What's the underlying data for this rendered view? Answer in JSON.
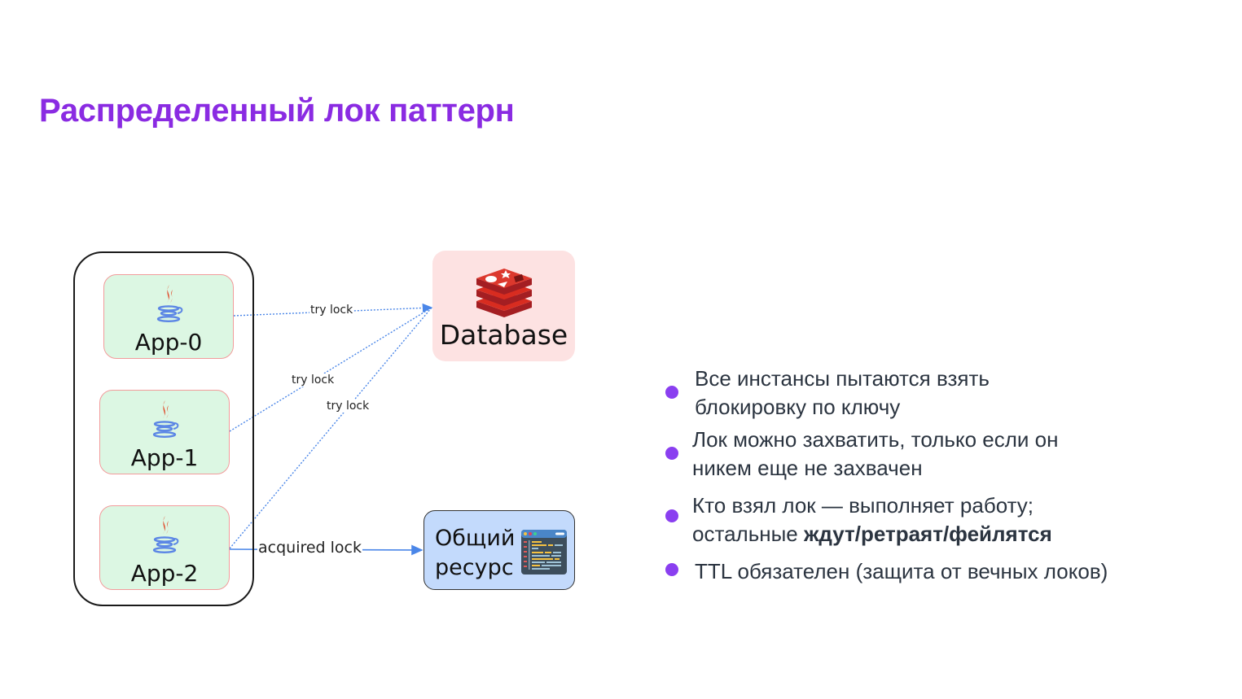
{
  "slide": {
    "title": "Распределенный лок паттерн",
    "accent_color": "#8a2be2",
    "bullet_color": "#8a3ff0"
  },
  "diagram": {
    "apps": [
      {
        "label": "App-0",
        "icon": "java-icon"
      },
      {
        "label": "App-1",
        "icon": "java-icon"
      },
      {
        "label": "App-2",
        "icon": "java-icon"
      }
    ],
    "database": {
      "label": "Database",
      "icon": "redis-icon"
    },
    "resource": {
      "label_line1": "Общий",
      "label_line2": "ресурс",
      "icon": "code-window-icon"
    },
    "edges": [
      {
        "from": "App-0",
        "to": "Database",
        "label": "try lock",
        "style": "dotted"
      },
      {
        "from": "App-1",
        "to": "Database",
        "label": "try lock",
        "style": "dotted"
      },
      {
        "from": "App-2",
        "to": "Database",
        "label": "try lock",
        "style": "dotted"
      },
      {
        "from": "App-2",
        "to": "Общий ресурс",
        "label": "acquired lock",
        "style": "solid"
      }
    ]
  },
  "bullets": [
    {
      "line1": "Все инстансы пытаются взять",
      "line2": "блокировку по ключу"
    },
    {
      "line1": "Лок можно захватить, только если он",
      "line2": "никем еще не захвачен"
    },
    {
      "line1": "Кто взял лок — выполняет работу;",
      "line2_prefix": "остальные ",
      "line2_bold": "ждут/ретраят/фейлятся"
    },
    {
      "line1": "TTL обязателен (защита от вечных локов)"
    }
  ]
}
